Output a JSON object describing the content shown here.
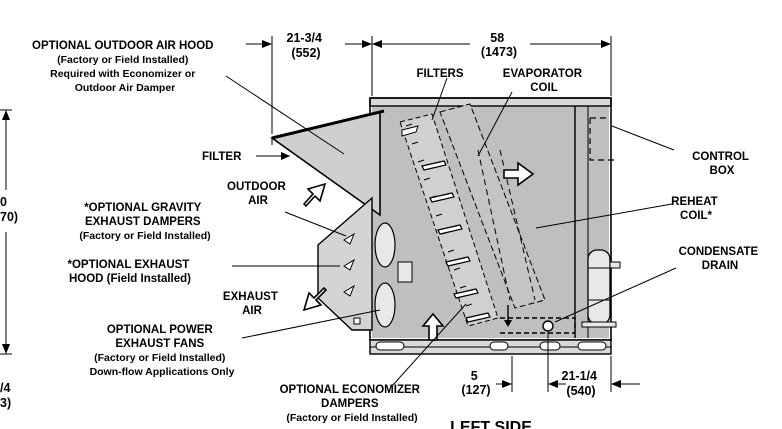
{
  "labels": {
    "outdoor_air_hood": [
      "OPTIONAL OUTDOOR AIR HOOD",
      "(Factory or Field Installed)",
      "Required with Economizer or",
      "Outdoor Air Damper"
    ],
    "filters": [
      "FILTERS"
    ],
    "evaporator_coil": [
      "EVAPORATOR",
      "COIL"
    ],
    "filter": [
      "FILTER"
    ],
    "control_box": [
      "CONTROL",
      "BOX"
    ],
    "outdoor_air": [
      "OUTDOOR",
      "AIR"
    ],
    "gravity_exhaust": [
      "*OPTIONAL GRAVITY",
      "EXHAUST DAMPERS",
      "(Factory or Field Installed)"
    ],
    "reheat_coil": [
      "REHEAT",
      "COIL*"
    ],
    "exhaust_hood": [
      "*OPTIONAL EXHAUST",
      "HOOD (Field Installed)"
    ],
    "condensate_drain": [
      "CONDENSATE",
      "DRAIN"
    ],
    "exhaust_air": [
      "EXHAUST",
      "AIR"
    ],
    "power_exhaust": [
      "OPTIONAL POWER",
      "EXHAUST FANS",
      "(Factory or Field Installed)",
      "Down-flow Applications Only"
    ],
    "economizer": [
      "OPTIONAL ECONOMIZER",
      "DAMPERS",
      "(Factory or Field Installed)"
    ],
    "left_side": [
      "LEFT SIDE"
    ]
  },
  "dimensions": {
    "hood_depth": [
      "21-3/4",
      "(552)"
    ],
    "unit_width": [
      "58",
      "(1473)"
    ],
    "height_partial": [
      "0",
      "70)"
    ],
    "drain_offset": [
      "5",
      "(127)"
    ],
    "right_offset": [
      "21-1/4",
      "(540)"
    ],
    "bottom_left_partial": [
      "/4",
      "3)"
    ]
  }
}
